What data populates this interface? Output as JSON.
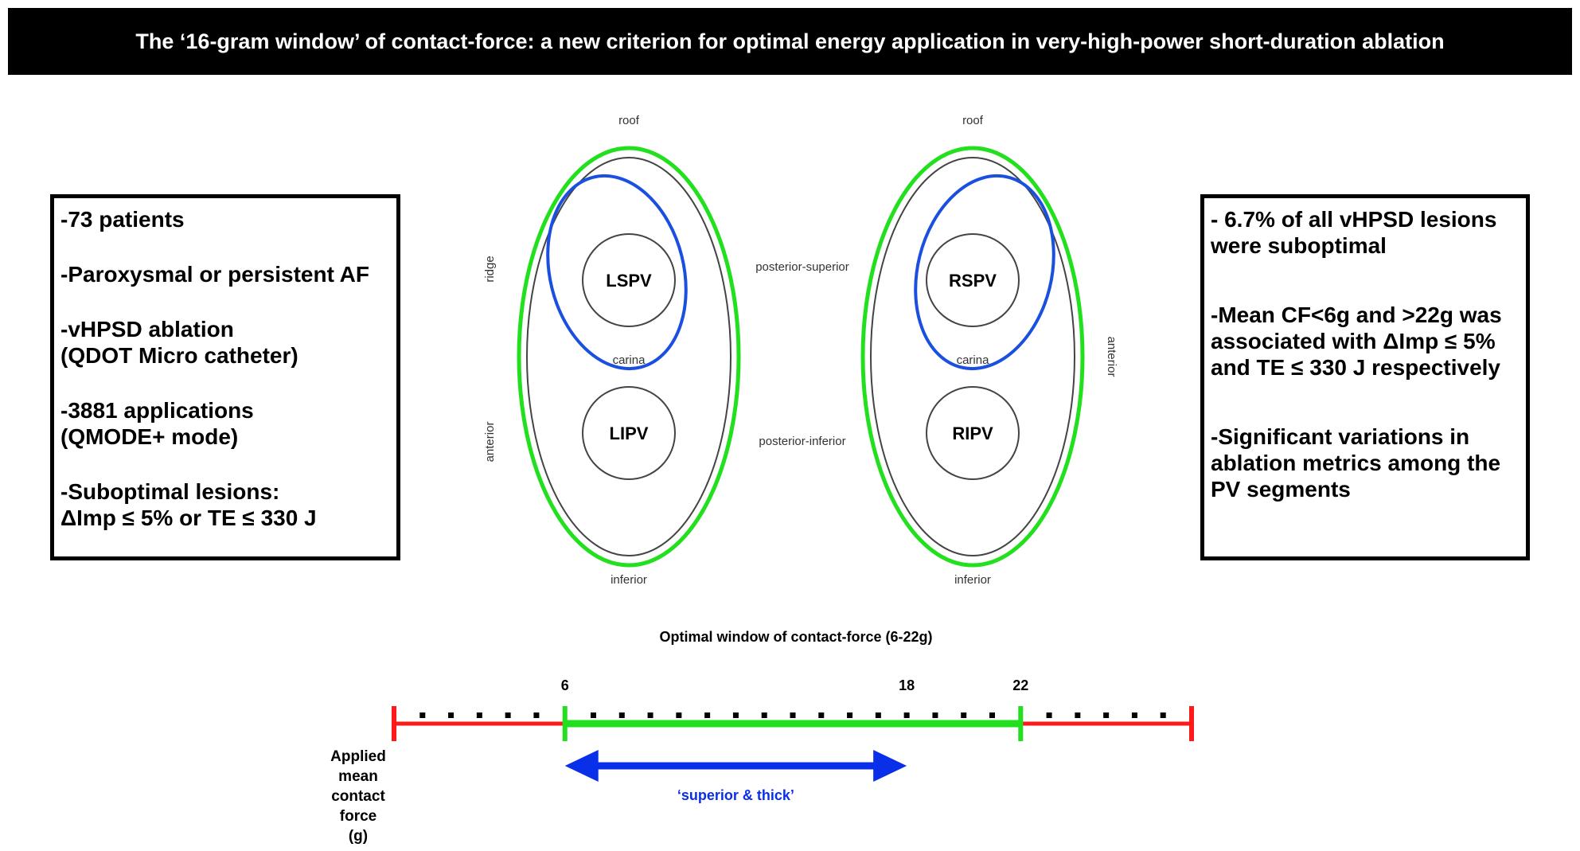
{
  "title": "The ‘16-gram window’ of contact-force: a new criterion for optimal energy application in very-high-power short-duration ablation",
  "left_panel": {
    "items": [
      "-73 patients",
      "-Paroxysmal or persistent AF",
      "-vHPSD ablation\n(QDOT Micro catheter)",
      "-3881 applications\n(QMODE+ mode)",
      "-Suboptimal lesions:\nΔImp ≤ 5% or TE ≤ 330 J"
    ]
  },
  "right_panel": {
    "items": [
      "- 6.7% of all vHPSD lesions\nwere suboptimal",
      "-Mean CF<6g and >22g was\nassociated with ΔImp ≤ 5%\nand TE ≤ 330 J respectively",
      "-Significant variations in\nablation metrics among the\nPV segments"
    ]
  },
  "left_diagram": {
    "roof": "roof",
    "inferior": "inferior",
    "carina": "carina",
    "ridge": "ridge",
    "anterior": "anterior",
    "upper_vein": "LSPV",
    "lower_vein": "LIPV"
  },
  "right_diagram": {
    "roof": "roof",
    "inferior": "inferior",
    "carina": "carina",
    "anterior": "anterior",
    "upper_vein": "RSPV",
    "lower_vein": "RIPV"
  },
  "between_labels": {
    "posterior_superior": "posterior-superior",
    "posterior_inferior": "posterior-inferior"
  },
  "colors": {
    "outer_ring": "#22e01e",
    "superior_highlight": "#1a4fe0",
    "suboptimal_range": "#ff1a1a",
    "optimal_range": "#22e01e",
    "arrow": "#0a2fe8"
  },
  "scale": {
    "window_title": "Optimal window of contact-force (6-22g)",
    "min": 0,
    "max": 28,
    "optimal_low": 6,
    "optimal_high": 22,
    "tick_labels": [
      "6",
      "18",
      "22"
    ],
    "arrow_from": 6,
    "arrow_to": 18,
    "arrow_label": "‘superior & thick’",
    "axis_label": "Applied\nmean\ncontact\nforce\n(g)"
  }
}
